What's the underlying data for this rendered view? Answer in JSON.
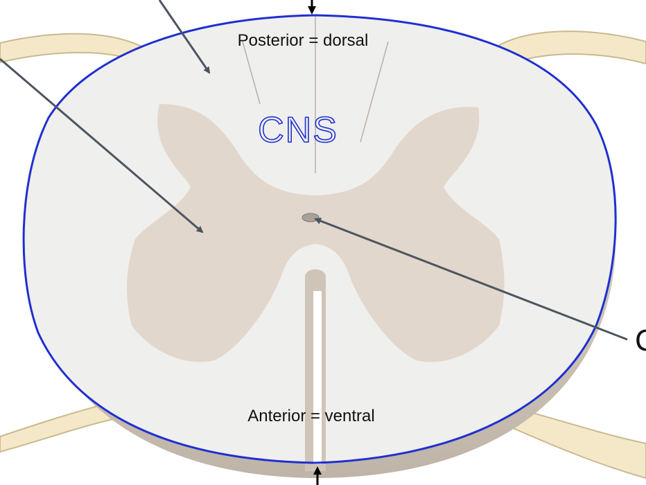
{
  "labels": {
    "posterior": "Posterior = dorsal",
    "anterior": "Anterior = ventral",
    "cns": "CNS",
    "cut_letter": "C"
  },
  "colors": {
    "background": "#ffffff",
    "white_matter": "#efefed",
    "gray_matter": "#e2d7cc",
    "cord_side": "#cfc4b8",
    "nerve_root": "#f4e8c8",
    "outline": "#1f2fd0",
    "arrow": "#4b5560",
    "black_arrow": "#000000",
    "cns_text_outline": "#1f2fd0"
  }
}
